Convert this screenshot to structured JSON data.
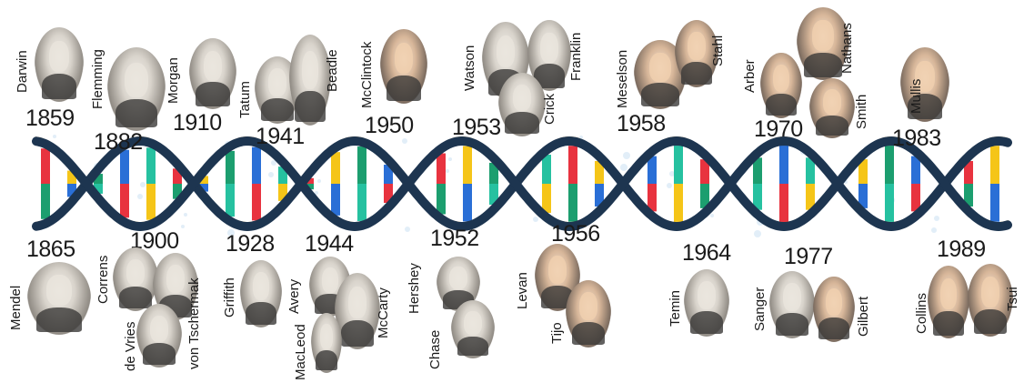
{
  "milestones_top": [
    {
      "year": "1859",
      "names": [
        "Darwin"
      ]
    },
    {
      "year": "1882",
      "names": [
        "Flemming"
      ]
    },
    {
      "year": "1910",
      "names": [
        "Morgan"
      ]
    },
    {
      "year": "1941",
      "names": [
        "Tatum",
        "Beadle"
      ]
    },
    {
      "year": "1950",
      "names": [
        "McClintock"
      ]
    },
    {
      "year": "1953",
      "names": [
        "Watson",
        "Franklin",
        "Crick"
      ]
    },
    {
      "year": "1958",
      "names": [
        "Meselson",
        "Stahl"
      ]
    },
    {
      "year": "1970",
      "names": [
        "Arber",
        "Nathans",
        "Smith"
      ]
    },
    {
      "year": "1983",
      "names": [
        "Mullis"
      ]
    }
  ],
  "milestones_bottom": [
    {
      "year": "1865",
      "names": [
        "Mendel"
      ]
    },
    {
      "year": "1900",
      "names": [
        "Correns",
        "de Vries",
        "von Tschermak"
      ]
    },
    {
      "year": "1928",
      "names": [
        "Griffith"
      ]
    },
    {
      "year": "1944",
      "names": [
        "Avery",
        "MacLeod",
        "McCarty"
      ]
    },
    {
      "year": "1952",
      "names": [
        "Hershey",
        "Chase"
      ]
    },
    {
      "year": "1956",
      "names": [
        "Levan",
        "Tijo"
      ]
    },
    {
      "year": "1964",
      "names": [
        "Temin"
      ]
    },
    {
      "year": "1977",
      "names": [
        "Sanger",
        "Gilbert"
      ]
    },
    {
      "year": "1989",
      "names": [
        "Collins",
        "Tsui"
      ]
    }
  ],
  "colors": {
    "backbone": "#1d3550",
    "backbone_highlight": "#f0a02a",
    "base_pairs": [
      "#e8333f",
      "#f5c518",
      "#1c9e6f",
      "#2a6fd6",
      "#26c1a0"
    ],
    "portrait_style": "circular vignette photo"
  }
}
